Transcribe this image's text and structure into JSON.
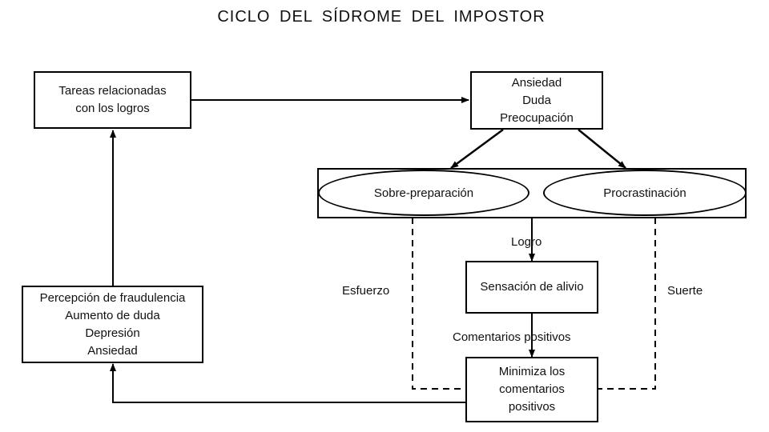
{
  "title": "CICLO  DEL  SÍDROME  DEL  IMPOSTOR",
  "nodes": {
    "tareas": [
      "Tareas relacionadas",
      "con los logros"
    ],
    "ansiedad": [
      "Ansiedad",
      "Duda",
      "Preocupación"
    ],
    "sobre_preparacion": "Sobre-preparación",
    "procrastinacion": "Procrastinación",
    "sensacion": "Sensación de alivio",
    "minimiza": [
      "Minimiza los",
      "comentarios",
      "positivos"
    ],
    "percepcion": [
      "Percepción de fraudulencia",
      "Aumento de duda",
      "Depresión",
      "Ansiedad"
    ]
  },
  "edge_labels": {
    "logro": "Logro",
    "comentarios": "Comentarios positivos",
    "esfuerzo": "Esfuerzo",
    "suerte": "Suerte"
  }
}
